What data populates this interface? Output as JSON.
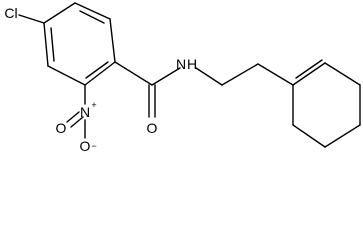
{
  "molecule": {
    "atoms": {
      "chlorine": "Cl",
      "amide_nitrogen": "N",
      "amide_hydrogen": "H",
      "carbonyl_oxygen": "O",
      "nitro_nitrogen": "N",
      "nitro_nitrogen_charge": "+",
      "nitro_oxygen_top": "O",
      "nitro_oxygen_bottom": "O",
      "nitro_oxygen_charge": "−"
    }
  }
}
